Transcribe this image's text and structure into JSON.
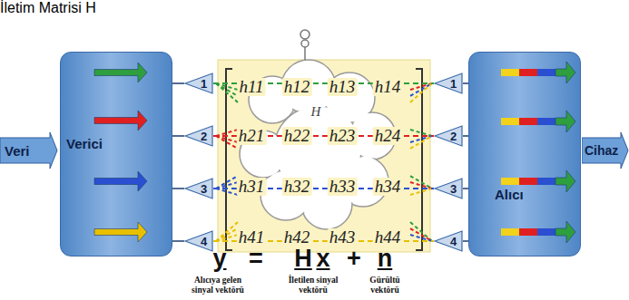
{
  "diagram": {
    "title": "İletim Matrisi H",
    "nodes": [
      {
        "text": [
          "Veri"
        ]
      },
      {
        "text": [
          "Verici"
        ]
      },
      {
        "text": [
          "1"
        ]
      },
      {
        "text": [
          "2"
        ]
      },
      {
        "text": [
          "3"
        ]
      },
      {
        "text": [
          "4"
        ]
      },
      {
        "text": [
          "1"
        ]
      },
      {
        "text": [
          "2"
        ]
      },
      {
        "text": [
          "3"
        ]
      },
      {
        "text": [
          "4"
        ]
      },
      {
        "text": [
          "Alıcı"
        ]
      },
      {
        "text": [
          "Cihaz"
        ]
      }
    ],
    "edges": [
      {
        "from": 1,
        "to": 2,
        "arrow": "none"
      },
      {
        "from": 1,
        "to": 3,
        "arrow": "none"
      },
      {
        "from": 1,
        "to": 4,
        "arrow": "none"
      },
      {
        "from": 1,
        "to": 5,
        "arrow": "none"
      },
      {
        "from": 2,
        "to": 6,
        "arrow": "none"
      },
      {
        "from": 3,
        "to": 7,
        "arrow": "none"
      },
      {
        "from": 4,
        "to": 8,
        "arrow": "none"
      },
      {
        "from": 5,
        "to": 9,
        "arrow": "none"
      },
      {
        "from": 6,
        "to": 10,
        "arrow": "none"
      },
      {
        "from": 7,
        "to": 10,
        "arrow": "none"
      },
      {
        "from": 8,
        "to": 10,
        "arrow": "none"
      },
      {
        "from": 9,
        "to": 10,
        "arrow": "none"
      }
    ],
    "labels": [
      "H",
      "h11",
      "h12",
      "h13",
      "h14",
      "h21",
      "h22",
      "h23",
      "h24",
      "h31",
      "h32",
      "h33",
      "h34",
      "h41",
      "h42",
      "h43",
      "h44",
      "y",
      "=",
      "H",
      "x",
      "+",
      "n",
      "Alıcıya gelen sinyal vektörü",
      "İletilen sinyal vektörü",
      "Gürültü vektörü"
    ]
  }
}
